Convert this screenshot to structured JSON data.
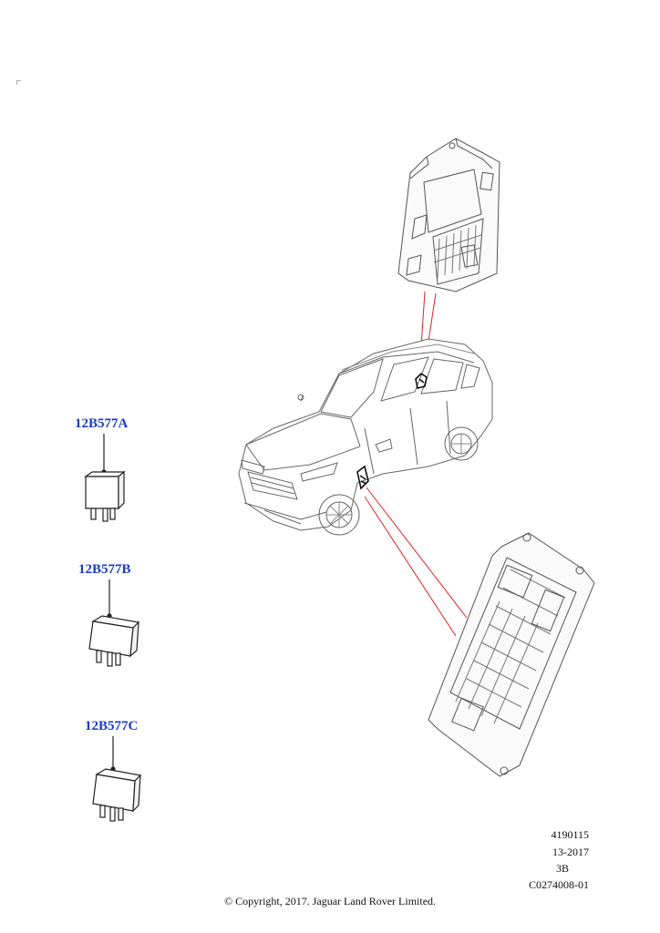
{
  "callouts": [
    {
      "label": "12B577A"
    },
    {
      "label": "12B577B"
    },
    {
      "label": "12B577C"
    }
  ],
  "info_block": {
    "line1": "4190115",
    "line2": "13-2017",
    "line3": "3B",
    "line4": "C0274008-01"
  },
  "copyright": "© Copyright, 2017. Jaguar Land Rover Limited.",
  "colors": {
    "callout_text": "#1a3ccc",
    "leader_line": "#e02020",
    "outline": "#444444"
  }
}
